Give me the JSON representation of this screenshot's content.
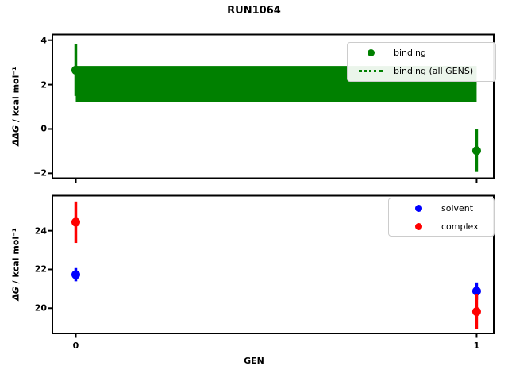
{
  "title": "RUN1064",
  "xlabel": "GEN",
  "xtick_labels": [
    "0",
    "1"
  ],
  "chart_data": [
    {
      "type": "scatter",
      "panel": "binding",
      "ylabel_math": "ΔΔG",
      "ylabel_units": " / kcal mol⁻¹",
      "xlim": [
        -0.0584,
        1.0427
      ],
      "ylim": [
        -2.22,
        4.258
      ],
      "xticks": [
        0,
        1
      ],
      "ytick_values": [
        4,
        2,
        0,
        -2
      ],
      "ytick_labels": [
        "4",
        "2",
        "0",
        "−2"
      ],
      "series": [
        {
          "name": "binding",
          "color": "#008000",
          "marker": "circle",
          "x": [
            0,
            1
          ],
          "y": [
            2.65,
            -0.98
          ],
          "yerr": [
            1.16,
            0.96
          ]
        }
      ],
      "band": {
        "name": "binding (all GENS)",
        "color": "#008000",
        "x_start": 0,
        "x_end": 1,
        "low": 1.23,
        "high": 2.84,
        "center": 2.03,
        "line_style": "dotted"
      },
      "legend": {
        "items": [
          {
            "label": "binding",
            "swatch": "dot",
            "color": "#008000"
          },
          {
            "label": "binding (all GENS)",
            "swatch": "dotted-line",
            "color": "#008000"
          }
        ]
      }
    },
    {
      "type": "scatter",
      "panel": "free-energy",
      "ylabel_math": "ΔG",
      "ylabel_units": " / kcal mol⁻¹",
      "xlim": [
        -0.0584,
        1.0427
      ],
      "ylim": [
        18.7,
        25.81
      ],
      "xticks": [
        0,
        1
      ],
      "ytick_values": [
        24,
        22,
        20
      ],
      "ytick_labels": [
        "24",
        "22",
        "20"
      ],
      "series": [
        {
          "name": "solvent",
          "color": "#0000ff",
          "marker": "circle",
          "x": [
            0,
            1
          ],
          "y": [
            21.73,
            20.88
          ],
          "yerr": [
            0.34,
            0.45
          ]
        },
        {
          "name": "complex",
          "color": "#ff0000",
          "marker": "circle",
          "x": [
            0,
            1
          ],
          "y": [
            24.44,
            19.82
          ],
          "yerr": [
            1.07,
            0.9
          ]
        }
      ],
      "legend": {
        "items": [
          {
            "label": "solvent",
            "swatch": "dot",
            "color": "#0000ff"
          },
          {
            "label": "complex",
            "swatch": "dot",
            "color": "#ff0000"
          }
        ]
      }
    }
  ]
}
